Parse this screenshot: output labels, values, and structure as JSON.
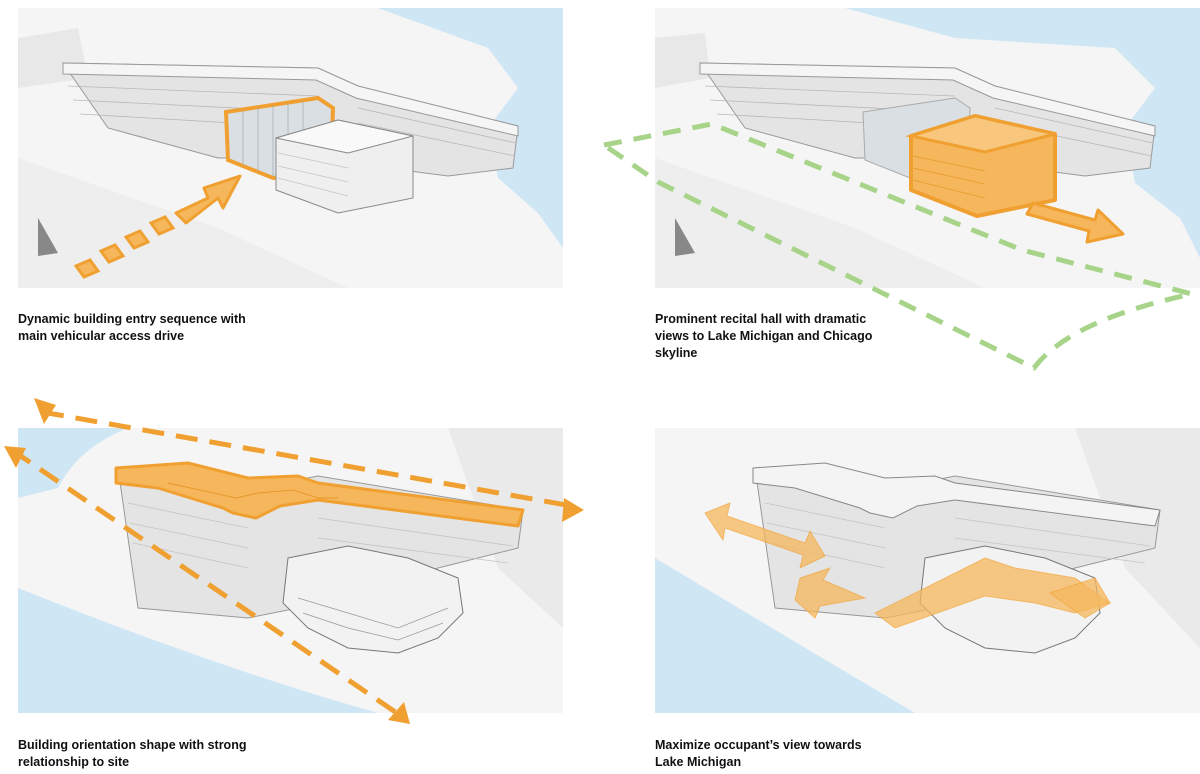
{
  "colors": {
    "accent_orange": "#f0a030",
    "accent_orange_fill": "#f6b75c",
    "site_green": "#a8d48a",
    "water_blue": "#cfe6f5",
    "building_grey": "#e6e6e6",
    "ground": "#f4f4f4"
  },
  "panels": [
    {
      "id": "entry",
      "caption_lines": [
        "Dynamic building entry sequence with",
        "main vehicular access drive"
      ]
    },
    {
      "id": "recital",
      "caption_lines": [
        "Prominent recital hall with dramatic",
        "views to Lake Michigan and Chicago",
        "skyline"
      ]
    },
    {
      "id": "orientation",
      "caption_lines": [
        "Building orientation shape with strong",
        "relationship to site"
      ]
    },
    {
      "id": "views",
      "caption_lines": [
        "Maximize occupant’s view towards",
        "Lake Michigan"
      ]
    }
  ]
}
